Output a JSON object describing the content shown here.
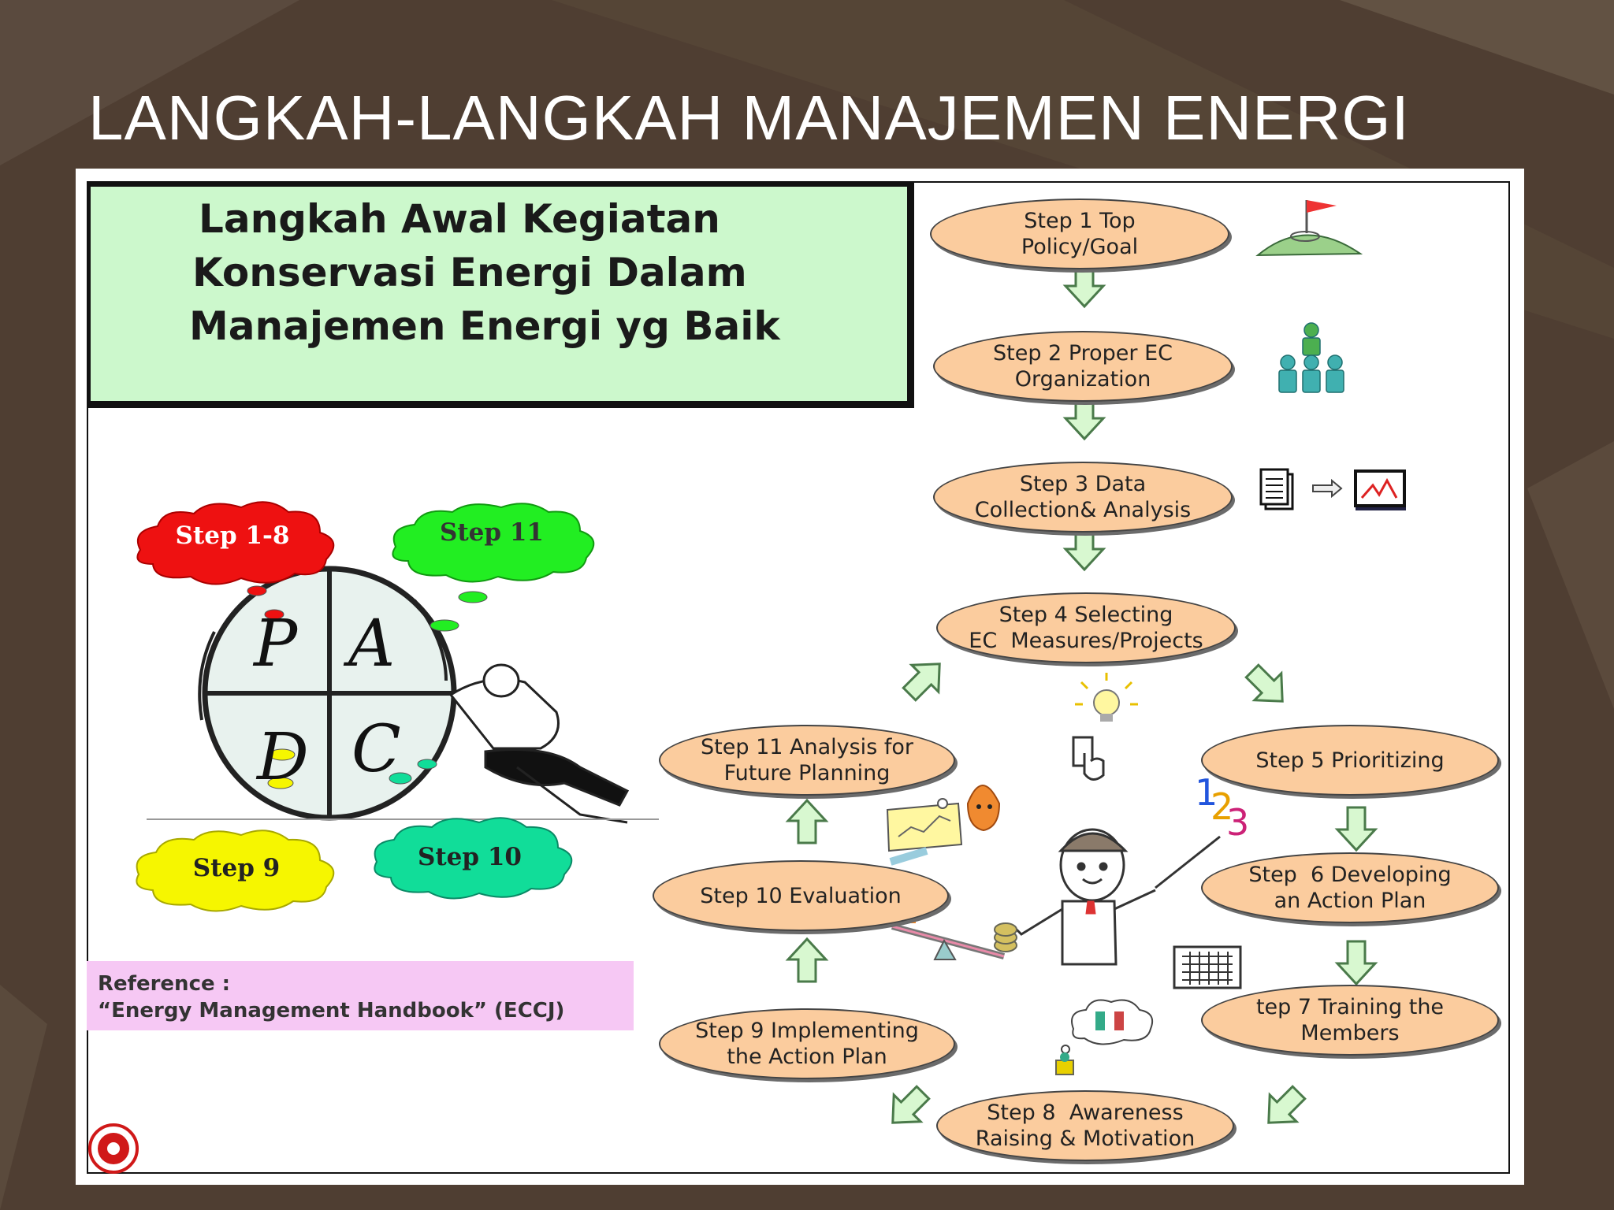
{
  "slide": {
    "title": "LANGKAH-LANGKAH MANAJEMEN ENERGI"
  },
  "headline": {
    "lines": [
      "Langkah Awal Kegiatan",
      "Konservasi Energi Dalam",
      "Manajemen Energi yg Baik"
    ]
  },
  "reference": {
    "label": "Reference :",
    "source": "“Energy Management Handbook” (ECCJ)"
  },
  "pdca": {
    "letters": [
      "P",
      "A",
      "D",
      "C"
    ],
    "clouds": [
      {
        "label": "Step 1-8",
        "color": "#ee1111",
        "text_color": "#ffffff"
      },
      {
        "label": "Step 11",
        "color": "#22ee22",
        "text_color": "#333333"
      },
      {
        "label": "Step 9",
        "color": "#f6f600",
        "text_color": "#222222"
      },
      {
        "label": "Step 10",
        "color": "#11dd99",
        "text_color": "#222222"
      }
    ]
  },
  "steps": [
    {
      "lines": [
        "Step 1 Top",
        "Policy/Goal"
      ]
    },
    {
      "lines": [
        "Step 2 Proper EC",
        "Organization"
      ]
    },
    {
      "lines": [
        "Step 3 Data",
        "Collection& Analysis"
      ]
    },
    {
      "lines": [
        "Step 4 Selecting",
        "EC  Measures/Projects"
      ]
    },
    {
      "lines": [
        "Step 5 Prioritizing"
      ]
    },
    {
      "lines": [
        "Step  6 Developing",
        "an Action Plan"
      ]
    },
    {
      "lines": [
        "tep 7 Training the",
        "Members"
      ]
    },
    {
      "lines": [
        "Step 8  Awareness",
        "Raising & Motivation"
      ]
    },
    {
      "lines": [
        "Step 9 Implementing",
        "the Action Plan"
      ]
    },
    {
      "lines": [
        "Step 10 Evaluation"
      ]
    },
    {
      "lines": [
        "Step 11 Analysis for",
        "Future Planning"
      ]
    }
  ],
  "icons": [
    "flag-hill-icon",
    "organization-people-icon",
    "document-icon",
    "chart-monitor-icon",
    "light-bulb-icon",
    "switch-hand-icon",
    "numbers-123-icon",
    "teacher-figure-icon",
    "energy-mascot-icon",
    "chart-board-icon",
    "balance-scale-icon",
    "calendar-grid-icon",
    "thought-bubble-icon",
    "logo-seal-icon"
  ],
  "colors": {
    "background": "#4f3e32",
    "headline_fill": "#ccf8cc",
    "reference_fill": "#f6c8f4",
    "step_fill": "#fbcc9e",
    "arrow_fill": "#d8f8d0",
    "arrow_stroke": "#4a7a4a"
  }
}
